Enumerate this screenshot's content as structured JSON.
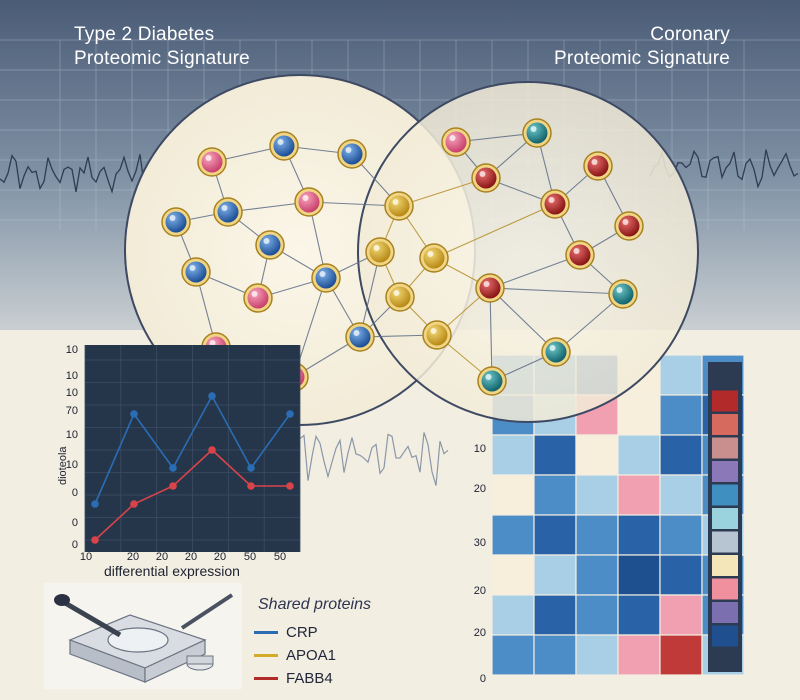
{
  "titles": {
    "left": [
      "Type 2 Diabetes",
      "Proteomic Signature"
    ],
    "right": [
      "Coronary",
      "Proteomic Signature"
    ]
  },
  "colors": {
    "blue": "#2a6db5",
    "red": "#b32a2a",
    "pink": "#e25d86",
    "gold": "#d4aa2a",
    "teal": "#1f8c96",
    "sky": "#f3eee2"
  },
  "chart_data": [
    {
      "type": "line",
      "x_ticks": [
        "10",
        "20",
        "20",
        "20",
        "20",
        "50",
        "50"
      ],
      "y_ticks": [
        "10",
        "10",
        "10",
        "70",
        "10",
        "10",
        "0",
        "0",
        "0"
      ],
      "xlabel": "differential expression",
      "ylabel": "dioteola",
      "series": [
        {
          "name": "",
          "color": "#2a6db5",
          "values": [
            2,
            7,
            4,
            8,
            4,
            7
          ]
        },
        {
          "name": "",
          "color": "#d8444a",
          "values": [
            0,
            2,
            3,
            5,
            3,
            3
          ]
        }
      ]
    },
    {
      "type": "heatmap",
      "y_ticks": [
        "10",
        "20",
        "30",
        "20",
        "20",
        "0"
      ]
    }
  ],
  "legend": {
    "title": "Shared proteins",
    "items": [
      {
        "label": "CRP",
        "color": "#2a6db5"
      },
      {
        "label": "APOA1",
        "color": "#d4aa2a"
      },
      {
        "label": "FABB4",
        "color": "#b32a2a"
      }
    ]
  }
}
